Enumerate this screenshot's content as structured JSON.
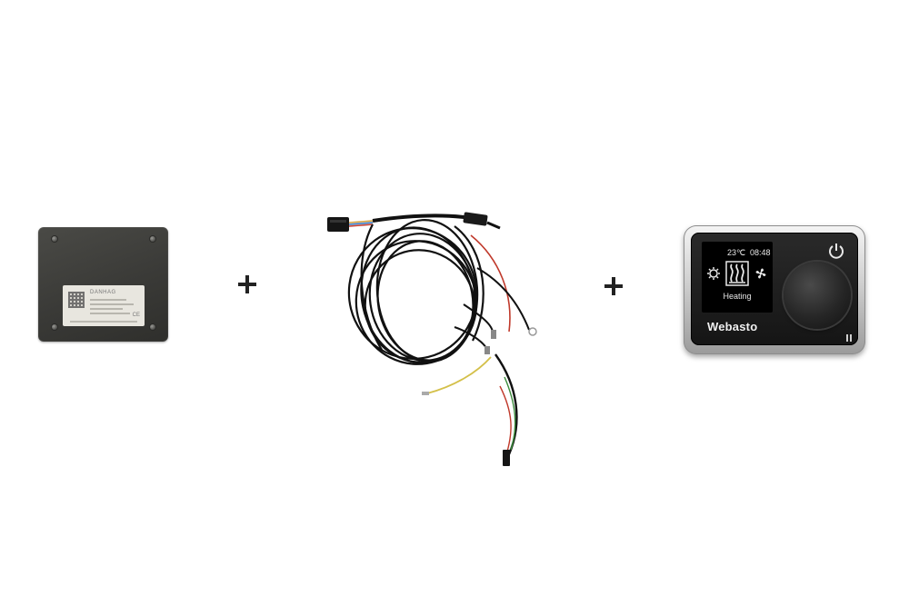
{
  "control_box": {
    "sticker_brand": "DANHAG",
    "ce_mark": "CE"
  },
  "plus_signs": [
    "plus",
    "plus"
  ],
  "controller": {
    "temperature": "23℃",
    "time": "08:48",
    "mode_label": "Heating",
    "brand": "Webasto",
    "icons": [
      "sun-gear-icon",
      "heating-waves-icon",
      "fan-icon",
      "power-icon"
    ],
    "colors": {
      "screen_bg": "#000000",
      "bezel": "#c8c8c8",
      "face": "#1c1c1c"
    }
  },
  "harness": {
    "wire_colors": [
      "#111111",
      "#c0392b",
      "#d4c04a",
      "#3a8a3a",
      "#8e44ad",
      "#2c6fbf"
    ]
  }
}
